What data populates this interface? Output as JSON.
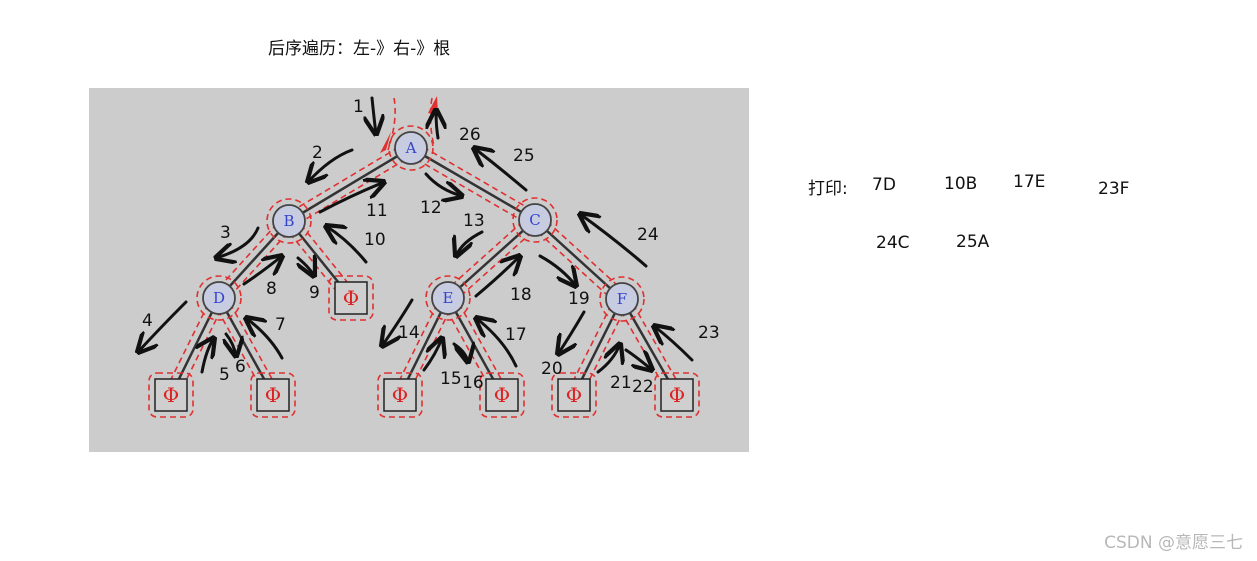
{
  "title": "后序遍历：左-》右-》根",
  "print_label": "打印:",
  "print_items": [
    "7D",
    "10B",
    "17E",
    "23F",
    "24C",
    "25A"
  ],
  "nodes": [
    "A",
    "B",
    "C",
    "D",
    "E",
    "F"
  ],
  "null_symbol": "Φ",
  "steps": [
    "1",
    "2",
    "3",
    "4",
    "5",
    "6",
    "7",
    "8",
    "9",
    "10",
    "11",
    "12",
    "13",
    "14",
    "15",
    "16",
    "17",
    "18",
    "19",
    "20",
    "21",
    "22",
    "23",
    "24",
    "25",
    "26"
  ],
  "watermark": "CSDN @意愿三七",
  "colors": {
    "panel": "#cccccc",
    "path": "#e03030",
    "arrow": "#111111",
    "node_label": "#3344cc",
    "null_symbol": "#dd2222"
  }
}
